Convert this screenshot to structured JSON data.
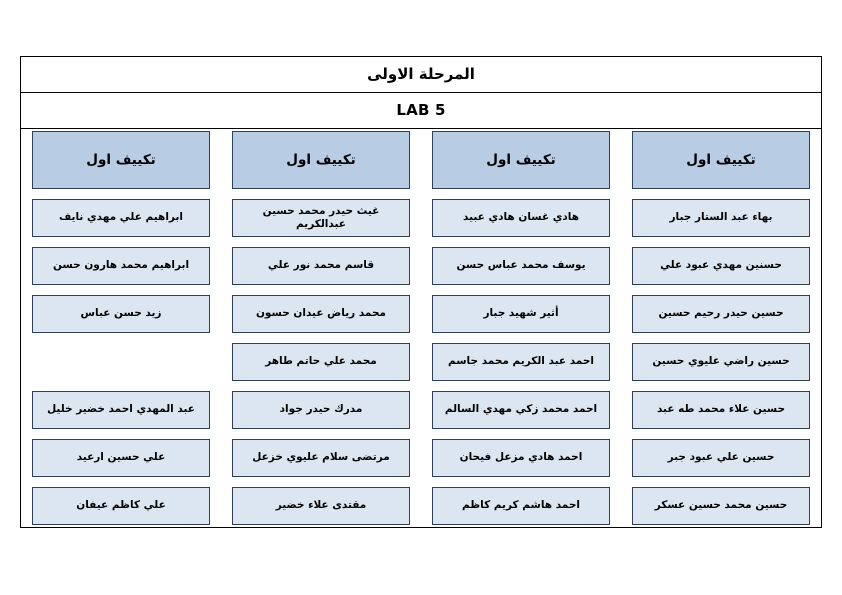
{
  "document": {
    "title": "المرحلة الاولى",
    "lab_label": "LAB 5",
    "colors": {
      "header_fill": "#b8cce4",
      "cell_fill": "#dce6f1",
      "border": "#31405a",
      "frame": "#000000",
      "page_background": "#ffffff"
    }
  },
  "columns": [
    {
      "header": "تكييف اول",
      "cells": [
        "بهاء عبد الستار جبار",
        "حسنين مهدي عبود علي",
        "حسين حيدر رحيم حسين",
        "حسين راضي عليوي حسين",
        "حسين علاء محمد طه عبد",
        "حسين علي عبود جبر",
        "حسين محمد حسين عسكر"
      ]
    },
    {
      "header": "تكييف اول",
      "cells": [
        "هادي غسان هادي عبيد",
        "يوسف محمد عباس حسن",
        "أثير شهيد جبار",
        "احمد عبد الكريم محمد جاسم",
        "احمد محمد زكي مهدي السالم",
        "احمد هادي مزعل فيحان",
        "احمد هاشم كريم كاظم"
      ]
    },
    {
      "header": "تكييف اول",
      "cells": [
        "غيث حيدر محمد حسين عبدالكريم",
        "قاسم محمد نور علي",
        "محمد رياض عيدان حسون",
        "محمد علي حاتم طاهر",
        "مدرك حيدر جواد",
        "مرتضى سلام عليوي خزعل",
        "مقتدى علاء خضير"
      ]
    },
    {
      "header": "تكييف اول",
      "cells": [
        "ابراهيم علي مهدي نايف",
        "ابراهيم محمد هارون حسن",
        "زيد حسن عباس",
        "",
        "عبد المهدي احمد خضير خليل",
        "علي حسين ارعيد",
        "علي كاظم عيفان"
      ]
    }
  ]
}
